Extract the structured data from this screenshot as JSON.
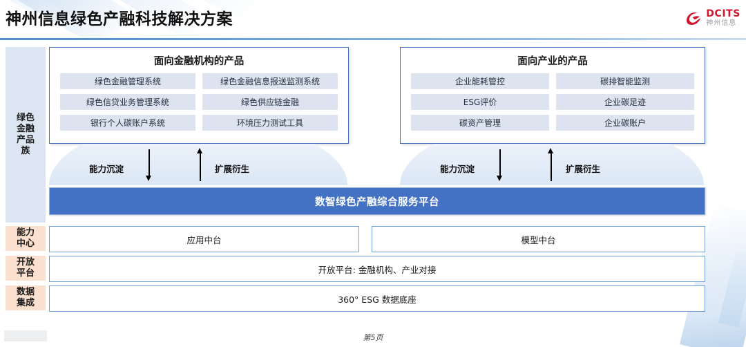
{
  "header": {
    "title": "神州信息绿色产融科技解决方案",
    "logo": {
      "mark": "dcits-swirl-icon",
      "en": "DCITS",
      "cn": "神州信息"
    }
  },
  "rails": [
    {
      "id": "green-finance-products",
      "label": "绿色\n金融\n产品\n族",
      "color": "#dce6f2"
    },
    {
      "id": "capability-center",
      "label": "能力\n中心",
      "color": "#fbe0cf"
    },
    {
      "id": "open-platform",
      "label": "开放\n平台",
      "color": "#fbe0cf"
    },
    {
      "id": "data-integration",
      "label": "数据\n集成",
      "color": "#fbe0cf"
    }
  ],
  "panels": [
    {
      "id": "financial-institution-products",
      "title": "面向金融机构的产品",
      "items": [
        "绿色金融管理系统",
        "绿色金融信息报送监测系统",
        "绿色信贷业务管理系统",
        "绿色供应链金融",
        "银行个人碳账户系统",
        "环境压力测试工具"
      ]
    },
    {
      "id": "industry-products",
      "title": "面向产业的产品",
      "items": [
        "企业能耗管控",
        "碳排智能监测",
        "ESG评价",
        "企业碳足迹",
        "碳资产管理",
        "企业碳账户"
      ]
    }
  ],
  "flows": {
    "down_label": "能力沉淀",
    "up_label": "扩展衍生"
  },
  "platform": {
    "label": "数智绿色产融综合服务平台",
    "color": "#4372c4"
  },
  "layers": {
    "capability": [
      {
        "id": "application-middle-platform",
        "label": "应用中台"
      },
      {
        "id": "model-middle-platform",
        "label": "模型中台"
      }
    ],
    "open": {
      "id": "open-platform-row",
      "label": "开放平台: 金融机构、产业对接"
    },
    "data": {
      "id": "data-foundation-row",
      "label": "360° ESG 数据底座"
    }
  },
  "footer": {
    "page": "第5页"
  }
}
